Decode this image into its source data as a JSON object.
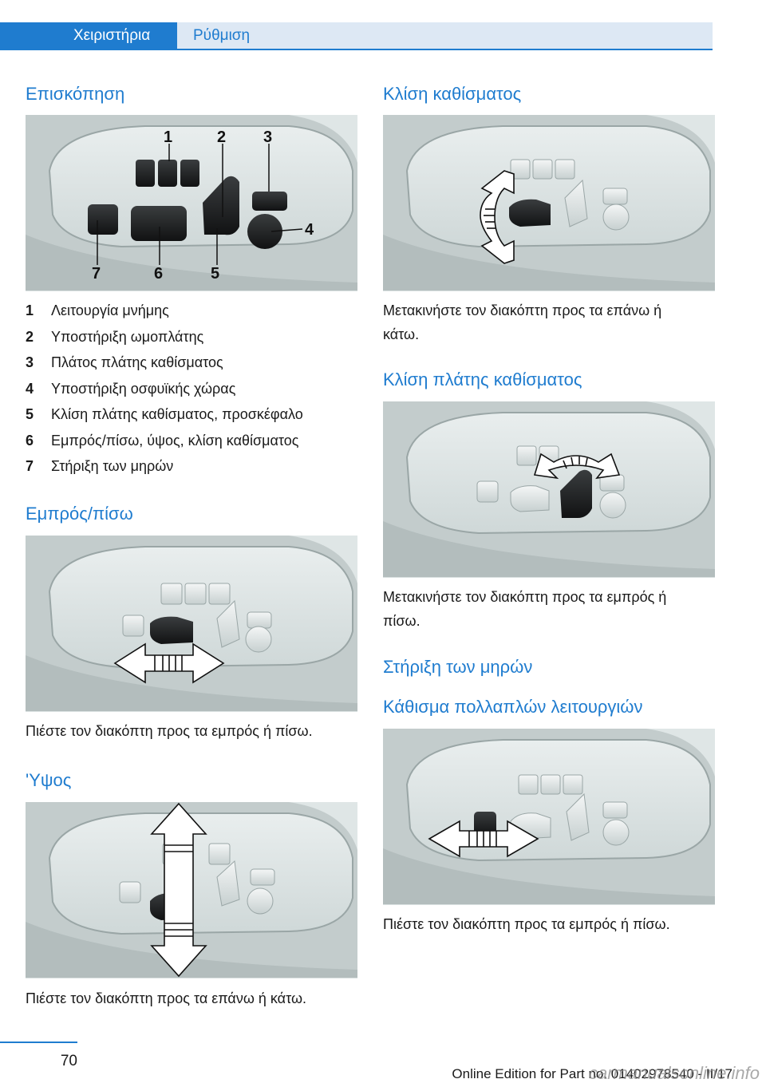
{
  "header": {
    "tab_active": "Χειριστήρια",
    "tab_inactive": "Ρύθμιση"
  },
  "left": {
    "overview_heading": "Επισκόπηση",
    "callouts": [
      "1",
      "2",
      "3",
      "4",
      "5",
      "6",
      "7"
    ],
    "legend": [
      {
        "num": "1",
        "text": "Λειτουργία μνήμης"
      },
      {
        "num": "2",
        "text": "Υποστήριξη ωμοπλάτης"
      },
      {
        "num": "3",
        "text": "Πλάτος πλάτης καθίσματος"
      },
      {
        "num": "4",
        "text": "Υποστήριξη οσφυϊκής χώρας"
      },
      {
        "num": "5",
        "text": "Κλίση πλάτης καθίσματος, προσκέφαλο"
      },
      {
        "num": "6",
        "text": "Εμπρός/πίσω, ύψος, κλίση καθίσματος"
      },
      {
        "num": "7",
        "text": "Στήριξη των μηρών"
      }
    ],
    "forward_heading": "Εμπρός/πίσω",
    "forward_text": "Πιέστε τον διακόπτη προς τα εμπρός ή πίσω.",
    "height_heading": "'Υψος",
    "height_text": "Πιέστε τον διακόπτη προς τα επάνω ή κάτω."
  },
  "right": {
    "tilt_heading": "Κλίση καθίσματος",
    "tilt_text_1": "Μετακινήστε τον διακόπτη προς τα επάνω ή",
    "tilt_text_2": "κάτω.",
    "backrest_heading": "Κλίση πλάτης καθίσματος",
    "backrest_text_1": "Μετακινήστε τον διακόπτη προς τα εμπρός ή",
    "backrest_text_2": "πίσω.",
    "thigh_heading": "Στήριξη των μηρών",
    "multi_heading": "Κάθισμα πολλαπλών λειτουργιών",
    "multi_text": "Πιέστε τον διακόπτη προς τα εμπρός ή πίσω."
  },
  "footer": {
    "page_number": "70",
    "edition": "Online Edition for Part no. 01402978540 - II/17",
    "watermark": "carmanualsonline.info"
  }
}
